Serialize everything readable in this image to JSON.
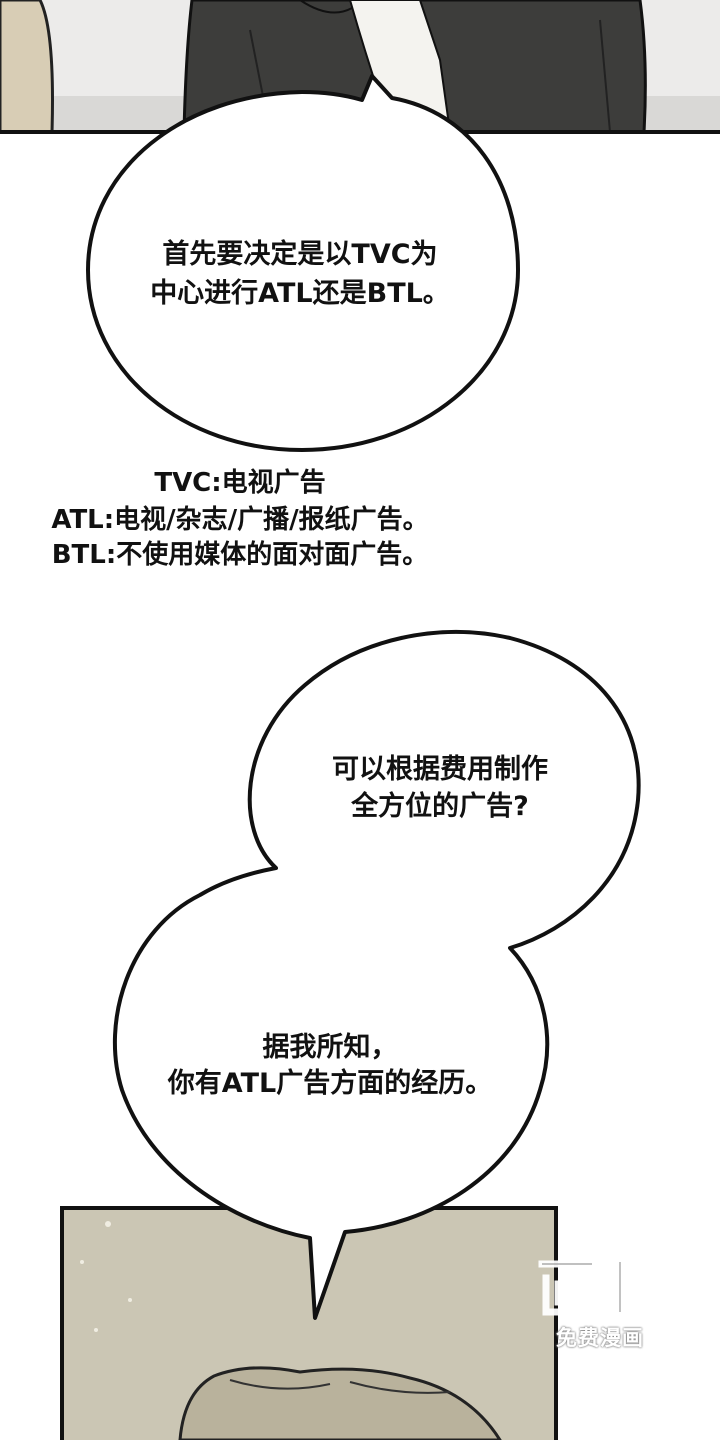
{
  "bubble1": {
    "line1": "首先要决定是以TVC为",
    "line2": "中心进行ATL还是BTL。"
  },
  "notes": {
    "line1": "TVC:电视广告",
    "line2": "ATL:电视/杂志/广播/报纸广告。",
    "line3": "BTL:不使用媒体的面对面广告。"
  },
  "bubble2": {
    "line1": "可以根据费用制作",
    "line2": "全方位的广告?"
  },
  "bubble3": {
    "line1": "据我所知，",
    "line2": "你有ATL广告方面的经历。"
  },
  "watermark": {
    "logo": "画涯",
    "caption": "免费漫画"
  },
  "colors": {
    "ink": "#111111",
    "panel_warm": "#cbc6b4",
    "jacket_dark": "#3d3d3b",
    "background": "#ffffff"
  }
}
